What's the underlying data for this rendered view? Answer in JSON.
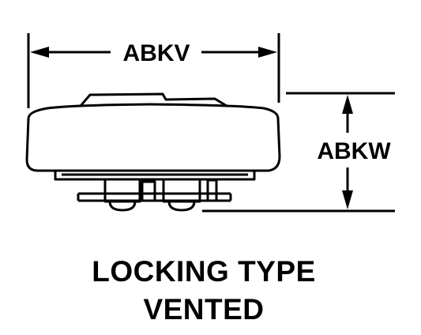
{
  "dimensions": {
    "width_label": "ABKV",
    "height_label": "ABKW"
  },
  "caption": {
    "line1": "LOCKING TYPE",
    "line2": "VENTED"
  }
}
